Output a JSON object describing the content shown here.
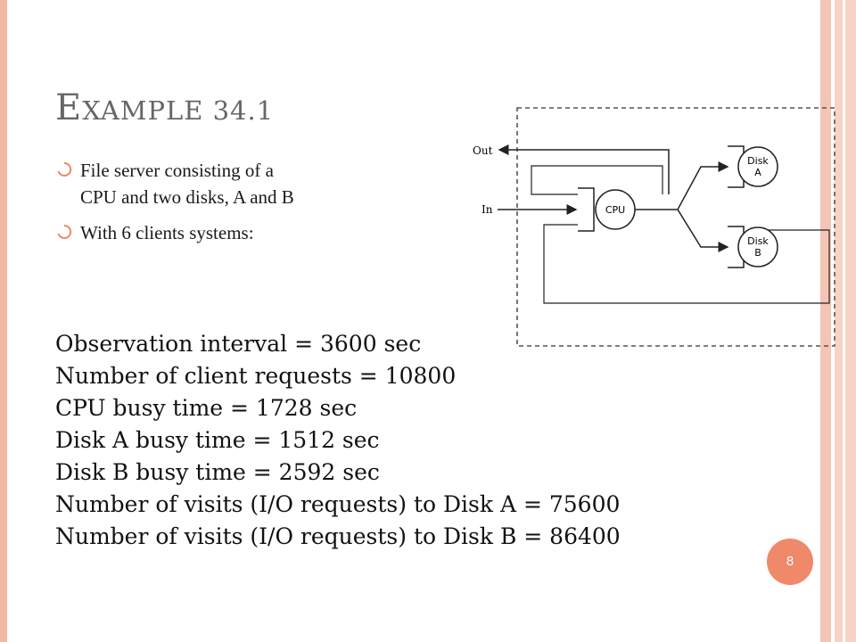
{
  "slide": {
    "title_first": "E",
    "title_rest": "XAMPLE 34.1",
    "page_number": "8"
  },
  "bullets": [
    {
      "line1": "File server consisting of a",
      "line2": "CPU and two disks, A and B"
    },
    {
      "line1": "With 6 clients systems:"
    }
  ],
  "diagram": {
    "out_label": "Out",
    "in_label": "In",
    "cpu_label": "CPU",
    "disk_a_label_1": "Disk",
    "disk_a_label_2": "A",
    "disk_b_label_1": "Disk",
    "disk_b_label_2": "B"
  },
  "equations": [
    "Observation interval = 3600 sec",
    "Number of client requests = 10800",
    "CPU busy time = 1728 sec",
    "Disk A busy time = 1512 sec",
    "Disk B busy time = 2592 sec",
    "Number of visits (I/O requests) to Disk A = 75600",
    "Number of visits (I/O requests) to Disk B = 86400"
  ],
  "colors": {
    "accent": "#f0886a",
    "border": "#f2b8a6",
    "title": "#666666"
  }
}
